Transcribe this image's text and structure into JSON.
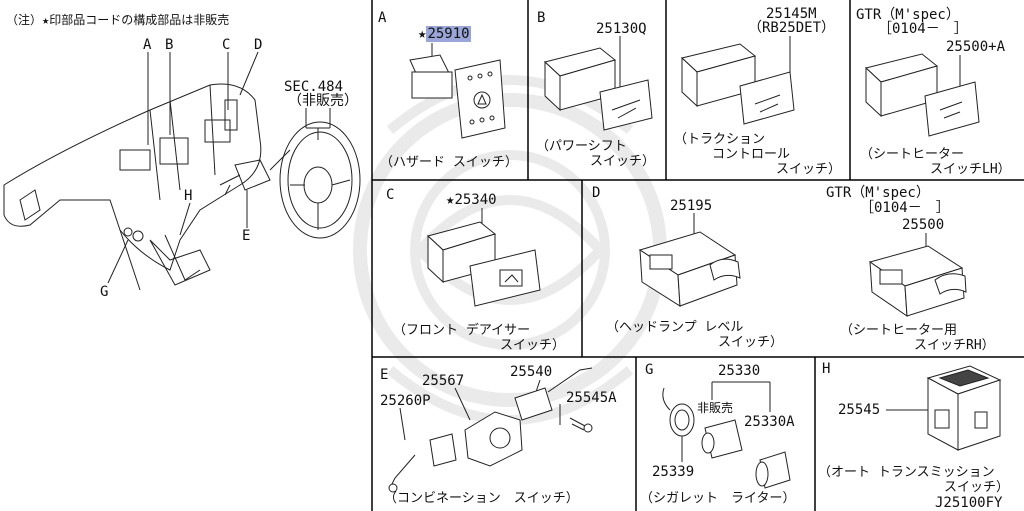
{
  "note": "（注）★印部品コードの構成部品は非販売",
  "overview": {
    "callouts": {
      "A": "A",
      "B": "B",
      "C": "C",
      "D": "D",
      "E": "E",
      "G": "G",
      "H": "H"
    },
    "sec_line1": "SEC.484",
    "sec_line2": "（非販売）"
  },
  "panels": {
    "A": {
      "letter": "A",
      "star": "★",
      "part": "25910",
      "desc": "（ハザード スイッチ）"
    },
    "B1": {
      "letter": "B",
      "part": "25130Q",
      "desc1": "（パワーシフト",
      "desc2": "スイッチ）"
    },
    "B2": {
      "part": "25145M",
      "variant": "（RB25DET）",
      "desc1": "（トラクション",
      "desc2": "コントロール",
      "desc3": "スイッチ）"
    },
    "B3": {
      "model": "GTR（M'spec）",
      "period": "［0104－　］",
      "part": "25500+A",
      "desc1": "（シートヒーター",
      "desc2": "スイッチLH）"
    },
    "C": {
      "letter": "C",
      "star": "★",
      "part": "25340",
      "desc1": "（フロント デアイサー",
      "desc2": "スイッチ）"
    },
    "D1": {
      "letter": "D",
      "part": "25195",
      "desc1": "（ヘッドランプ レベル",
      "desc2": "スイッチ）"
    },
    "D2": {
      "model": "GTR（M'spec）",
      "period": "［0104－　］",
      "part": "25500",
      "desc1": "（シートヒーター用",
      "desc2": "スイッチRH）"
    },
    "E": {
      "letter": "E",
      "p1": "25567",
      "p2": "25540",
      "p3": "25260P",
      "p4": "25545A",
      "desc": "（コンビネーション　スイッチ）"
    },
    "G": {
      "letter": "G",
      "p1": "25330",
      "p2": "非販売",
      "p3": "25330A",
      "p4": "25339",
      "desc": "（シガレット　ライター）"
    },
    "H": {
      "letter": "H",
      "part": "25545",
      "desc1": "（オート トランスミッション",
      "desc2": "スイッチ）"
    }
  },
  "footer_code": "J25100FY"
}
